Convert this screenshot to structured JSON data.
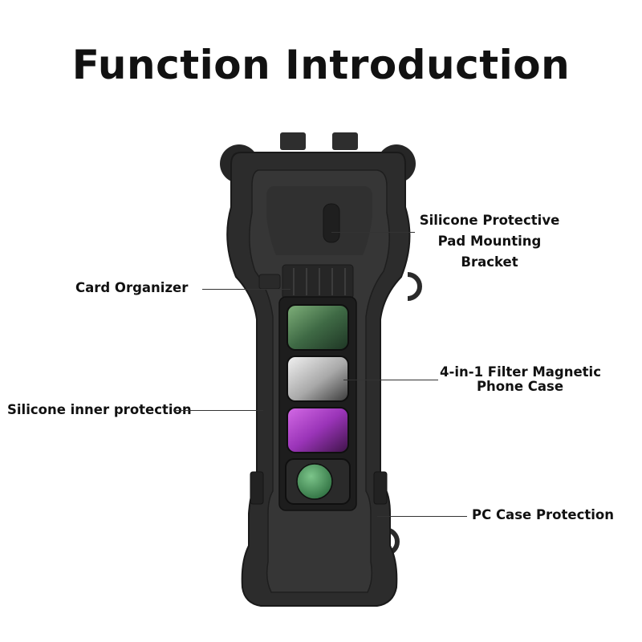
{
  "page": {
    "title": "Function Introduction"
  },
  "callouts": {
    "bracket": [
      "Silicone Protective",
      "Pad Mounting",
      "Bracket"
    ],
    "card": "Card Organizer",
    "filter": [
      "4-in-1 Filter Magnetic",
      "Phone Case"
    ],
    "silicone": "Silicone inner protection",
    "pc": "PC Case Protection"
  },
  "colors": {
    "case": "#2b2b2b",
    "case_edge": "#1a1a1a",
    "filter_green": "#4f7a52",
    "filter_gray": "#b3b3b3",
    "filter_purple": "#a23fbf",
    "filter_round": "#5aa06a"
  }
}
